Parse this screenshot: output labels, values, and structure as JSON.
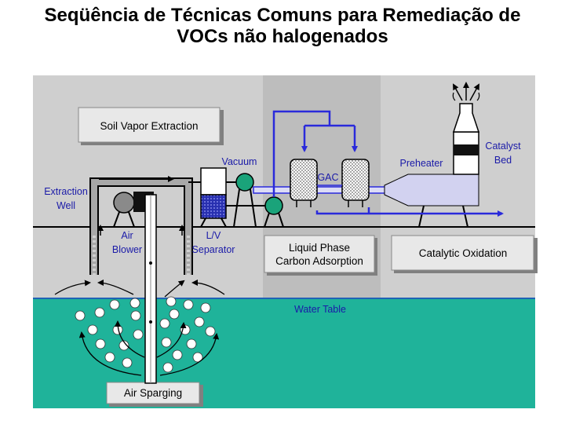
{
  "title": {
    "line1": "Seqüência de Técnicas Comuns para Remediação de",
    "line2": "VOCs não halogenados"
  },
  "boxes": {
    "soil_vapor_extraction": "Soil Vapor Extraction",
    "liquid_phase_line1": "Liquid Phase",
    "liquid_phase_line2": "Carbon Adsorption",
    "catalytic_oxidation": "Catalytic Oxidation",
    "air_sparging": "Air Sparging"
  },
  "labels": {
    "vacuum": "Vacuum",
    "gac": "GAC",
    "preheater": "Preheater",
    "catalyst_line1": "Catalyst",
    "catalyst_line2": "Bed",
    "extraction_line1": "Extraction",
    "extraction_line2": "Well",
    "air_blower_line1": "Air",
    "air_blower_line2": "Blower",
    "lv_line1": "L/V",
    "lv_line2": "Separator",
    "water_table": "Water Table"
  },
  "colors": {
    "background": "#cfcfcf",
    "center_band": "#bdbdbd",
    "water": "#1fb39a",
    "water_line": "#1f63b5",
    "label_blue": "#1a1aa8",
    "pipe_blue": "#2a2adb",
    "pump_green": "#1aa37a",
    "unit_lavender": "#d2d2f0"
  }
}
